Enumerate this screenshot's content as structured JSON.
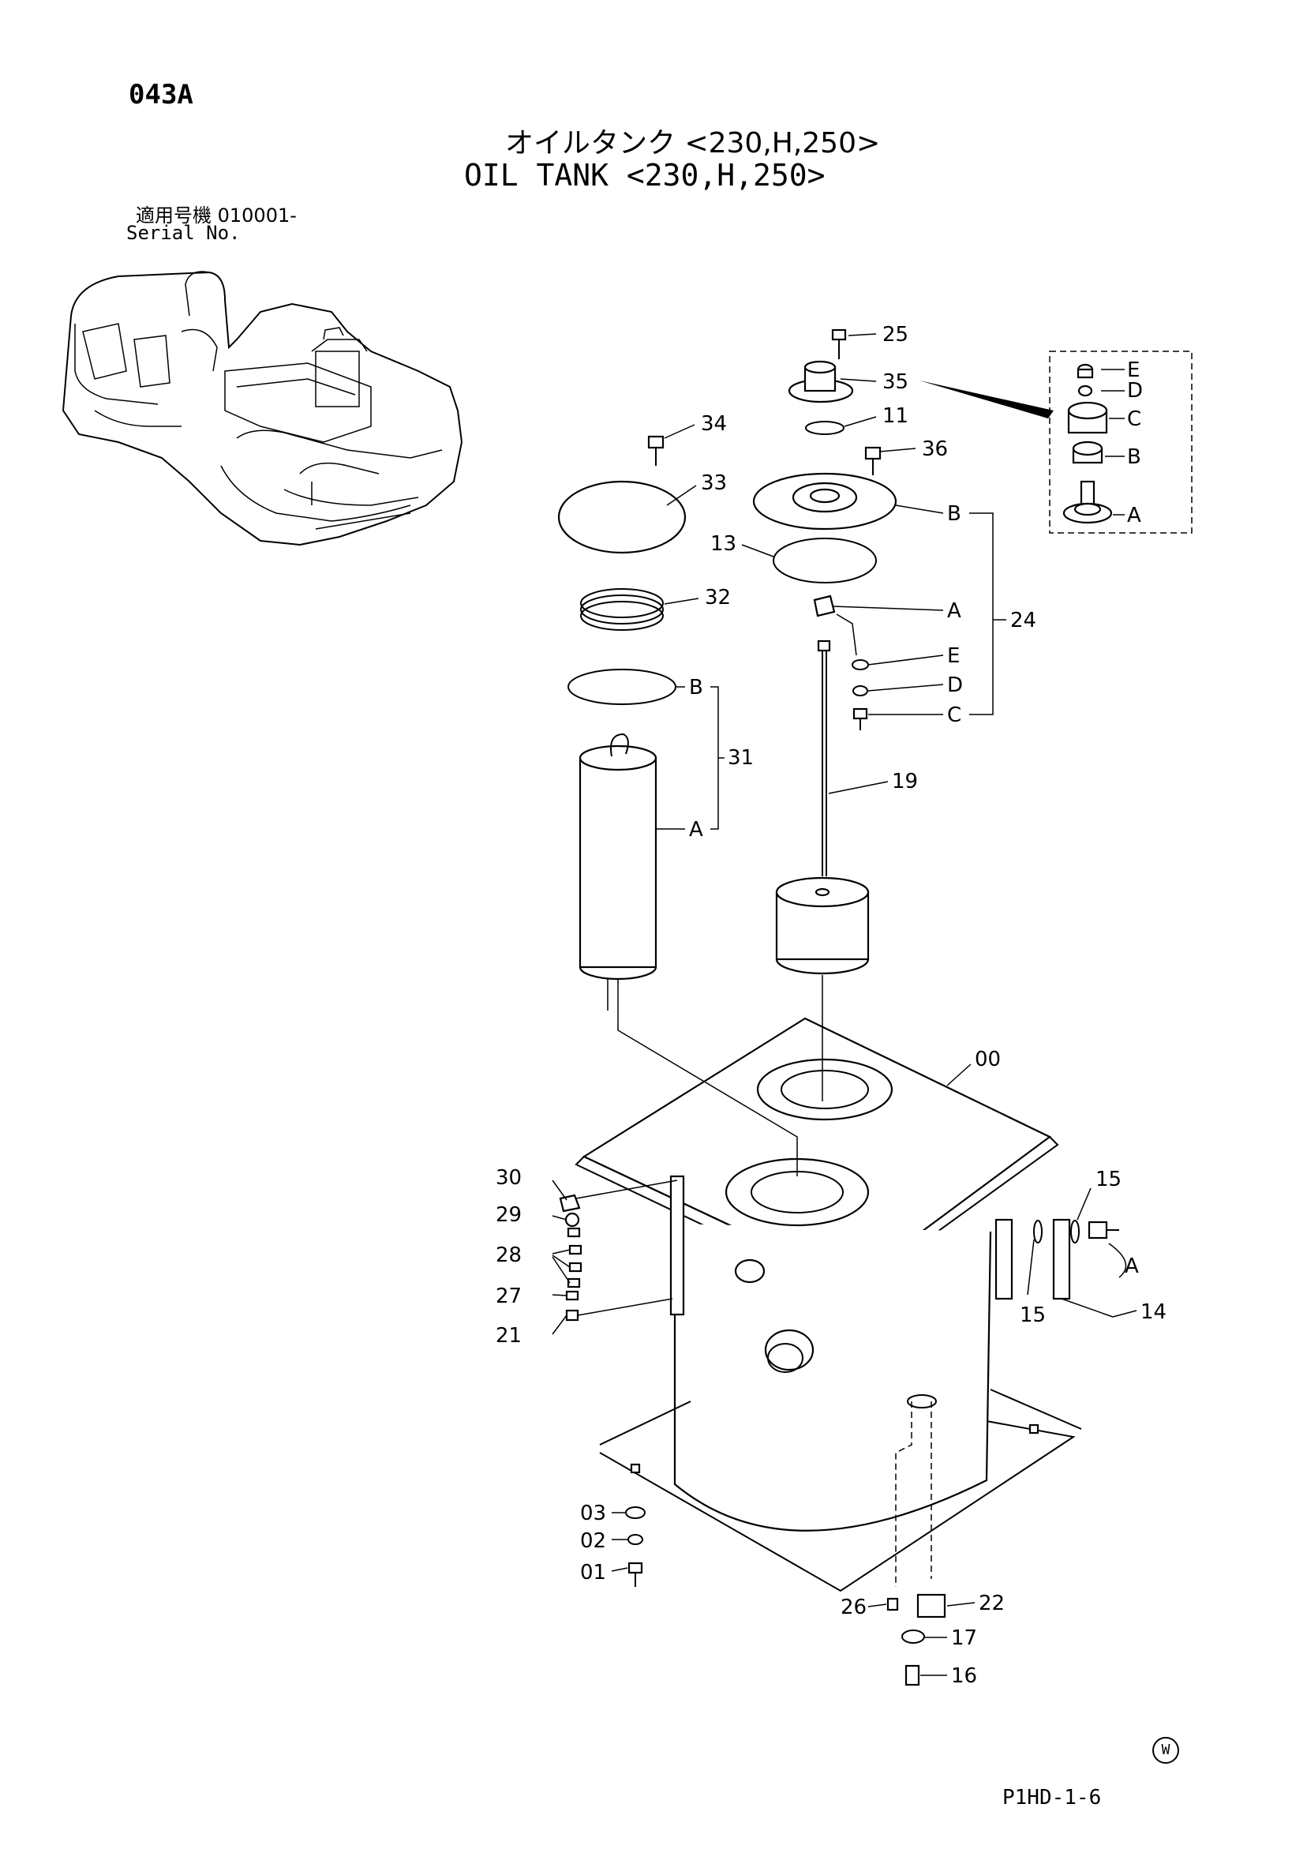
{
  "header": {
    "page_code": "043A",
    "title_jp": "オイルタンク <230,H,250>",
    "title_en": "OIL TANK <230,H,250>",
    "serial_label_jp": "適用号機  010001-",
    "serial_label_en": "Serial No."
  },
  "footer": {
    "code": "P1HD-1-6",
    "mark": "W"
  },
  "callouts": {
    "c25": "25",
    "c35": "35",
    "c11": "11",
    "c36": "36",
    "c34": "34",
    "c33": "33",
    "c13": "13",
    "c32": "32",
    "cB31": "B",
    "c31": "31",
    "cA31": "A",
    "cB24": "B",
    "cA24": "A",
    "cE24": "E",
    "cD24": "D",
    "cC24": "C",
    "c24": "24",
    "c19": "19",
    "c00": "00",
    "c30": "30",
    "c29": "29",
    "c28": "28",
    "c27": "27",
    "c21": "21",
    "c15a": "15",
    "c15b": "15",
    "cA14": "A",
    "c14": "14",
    "c03": "03",
    "c02": "02",
    "c01": "01",
    "c26": "26",
    "c22": "22",
    "c17": "17",
    "c16": "16"
  },
  "detail_box": {
    "items": [
      "E",
      "D",
      "C",
      "B",
      "A"
    ]
  }
}
